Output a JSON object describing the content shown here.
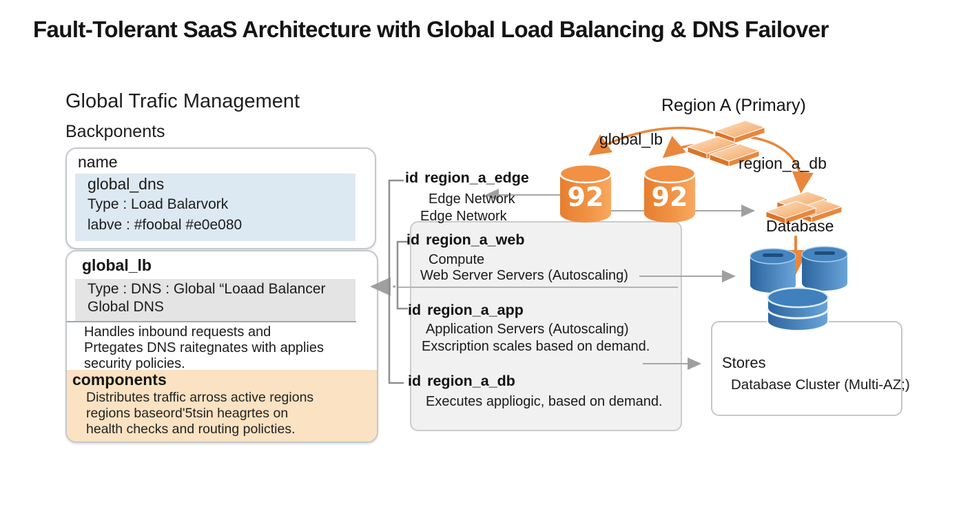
{
  "title": "Fault-Tolerant SaaS Architecture with Global Load Balancing & DNS Failover",
  "left_panel": {
    "heading": "Global Trafic Management",
    "subheading": "Backponents",
    "name_card": {
      "header": "name",
      "name_value": "global_dns",
      "type_line": "Type : Load Balarvork",
      "label_line": "labve : #foobal #e0e080"
    },
    "lb_card": {
      "header": "global_lb",
      "type_line_1": "Type : DNS : Global “Loaad Balancer",
      "type_line_2": "Global DNS",
      "body_line_1": "Handles inbound requests and",
      "body_line_2": "Prtegates DNS raitegnates with applies",
      "body_line_3": "security policies."
    },
    "components_card": {
      "header": "components",
      "line_1": "Distributes traffic arross active regions",
      "line_2": "regions baseord'5tsin heagrtes on",
      "line_3": "health checks and routing policties."
    }
  },
  "region_group": {
    "items": [
      {
        "id_keyword": "id",
        "id_value": "region_a_edge",
        "line_1": "Edge Network",
        "line_2": "Edge Network"
      },
      {
        "id_keyword": "id",
        "id_value": "region_a_web",
        "line_1": "Compute",
        "line_2": "Web Server Servers (Autoscaling)"
      },
      {
        "id_keyword": "id",
        "id_value": "region_a_app",
        "line_1": "Application Servers (Autoscaling)",
        "line_2": "Exscription scales based on demand."
      },
      {
        "id_keyword": "id",
        "id_value": "region_a_db",
        "line_1": "Executes appliogic, based on demand."
      }
    ]
  },
  "right_panel": {
    "heading": "Region A (Primary)",
    "global_lb_label": "global_lb",
    "region_a_db_label": "region_a_db",
    "database_label": "Database",
    "cylinder_glyph": "92",
    "stores_box": {
      "header": "Stores",
      "line": "Database Cluster (Multi-AZ;)"
    }
  },
  "colors": {
    "accent_orange": "#e8873c",
    "card_blue_band": "#dde9f2",
    "card_gray_band": "#e4e4e4",
    "card_orange_band": "#fbe2c2",
    "panel_gray": "#f1f1f2",
    "line_gray": "#a3a3a3",
    "db_blue": "#3f80bd"
  }
}
